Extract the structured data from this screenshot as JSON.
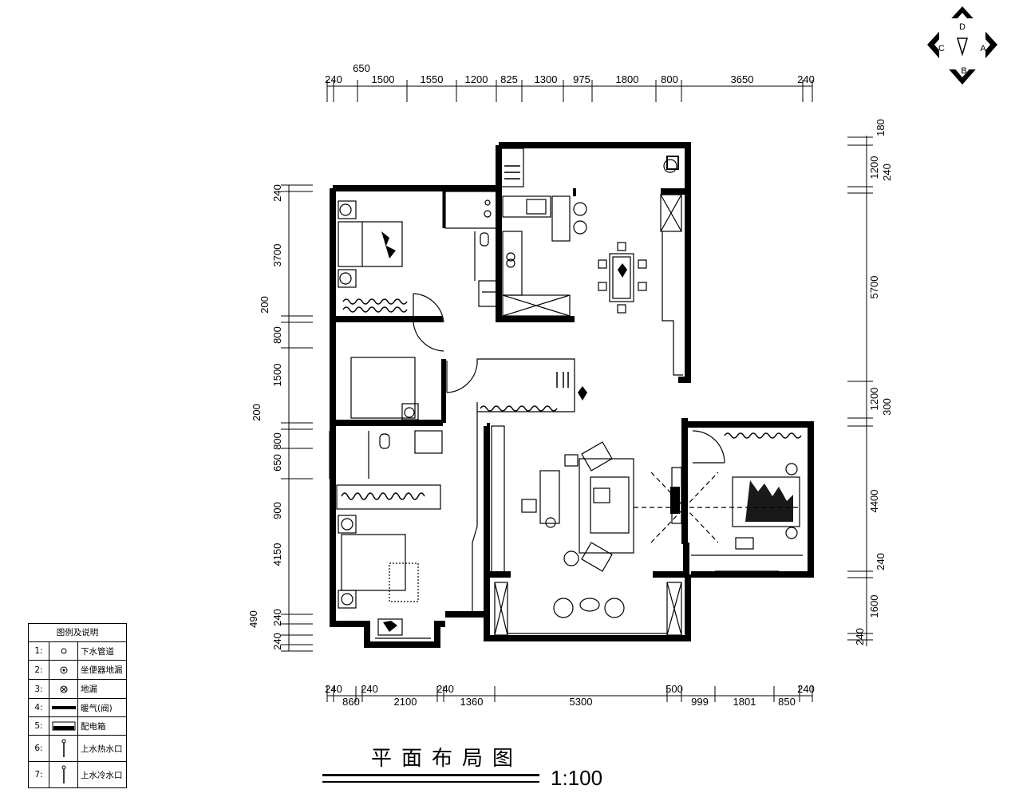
{
  "drawing": {
    "title": "平面布局图",
    "scale": "1:100"
  },
  "compass": {
    "letters": [
      "D",
      "A",
      "B",
      "C"
    ]
  },
  "dimensions": {
    "top": [
      "240",
      "650",
      "1500",
      "1550",
      "1200",
      "825",
      "1300",
      "975",
      "1800",
      "800",
      "3650",
      "240"
    ],
    "bottom": [
      "240",
      "860",
      "240",
      "2100",
      "240",
      "1360",
      "5300",
      "500",
      "999",
      "1801",
      "850",
      "240"
    ],
    "left": [
      "240",
      "3700",
      "200",
      "800",
      "1500",
      "200",
      "800",
      "650",
      "900",
      "4150",
      "490",
      "240",
      "240"
    ],
    "right": [
      "180",
      "1200",
      "240",
      "5700",
      "1200",
      "300",
      "4400",
      "240",
      "1600",
      "240"
    ]
  },
  "legend": {
    "header": "图例及说明",
    "items": [
      {
        "num": "1:",
        "icon": "small-circle-icon",
        "label": "下水管道"
      },
      {
        "num": "2:",
        "icon": "dotted-circle-icon",
        "label": "坐便器地漏"
      },
      {
        "num": "3:",
        "icon": "crossed-circle-icon",
        "label": "地漏"
      },
      {
        "num": "4:",
        "icon": "heater-bar-icon",
        "label": "暖气(阀)"
      },
      {
        "num": "5:",
        "icon": "electric-box-icon",
        "label": "配电箱"
      },
      {
        "num": "6:",
        "icon": "hot-water-pin-icon",
        "label": "上水热水口"
      },
      {
        "num": "7:",
        "icon": "cold-water-pin-icon",
        "label": "上水冷水口"
      }
    ]
  }
}
